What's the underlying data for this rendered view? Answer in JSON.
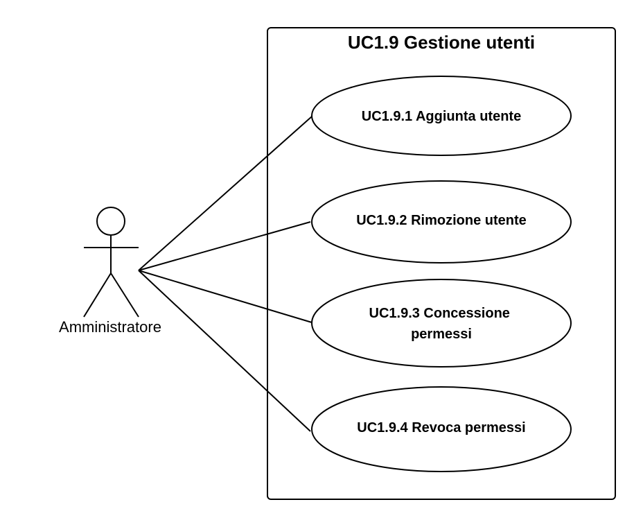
{
  "system": {
    "title": "UC1.9 Gestione utenti"
  },
  "actor": {
    "name": "Amministratore"
  },
  "use_cases": [
    {
      "lines": [
        "UC1.9.1 Aggiunta utente"
      ]
    },
    {
      "lines": [
        "UC1.9.2 Rimozione utente"
      ]
    },
    {
      "lines": [
        "UC1.9.3 Concessione",
        "permessi"
      ]
    },
    {
      "lines": [
        "UC1.9.4 Revoca permessi"
      ]
    }
  ]
}
